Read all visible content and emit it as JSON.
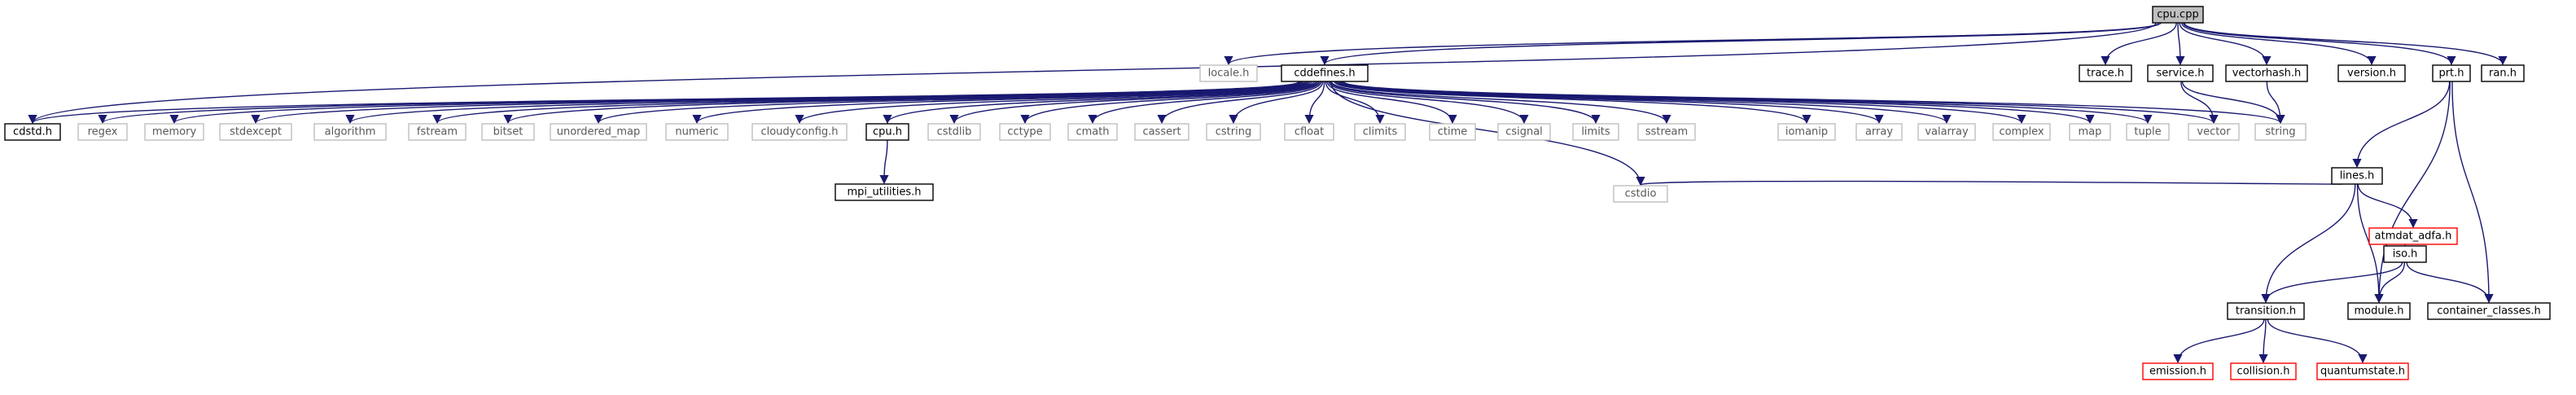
{
  "diagram": {
    "nodes": [
      {
        "id": "cpu_cpp",
        "label": "cpu.cpp",
        "kind": "root"
      },
      {
        "id": "locale_h",
        "label": "locale.h",
        "kind": "system"
      },
      {
        "id": "cddefines_h",
        "label": "cddefines.h",
        "kind": "local"
      },
      {
        "id": "trace_h",
        "label": "trace.h",
        "kind": "local"
      },
      {
        "id": "service_h",
        "label": "service.h",
        "kind": "local"
      },
      {
        "id": "vectorhash_h",
        "label": "vectorhash.h",
        "kind": "local"
      },
      {
        "id": "version_h",
        "label": "version.h",
        "kind": "local"
      },
      {
        "id": "prt_h",
        "label": "prt.h",
        "kind": "local"
      },
      {
        "id": "ran_h",
        "label": "ran.h",
        "kind": "local"
      },
      {
        "id": "cdstd_h",
        "label": "cdstd.h",
        "kind": "local"
      },
      {
        "id": "regex",
        "label": "regex",
        "kind": "system"
      },
      {
        "id": "memory",
        "label": "memory",
        "kind": "system"
      },
      {
        "id": "stdexcept",
        "label": "stdexcept",
        "kind": "system"
      },
      {
        "id": "algorithm",
        "label": "algorithm",
        "kind": "system"
      },
      {
        "id": "fstream",
        "label": "fstream",
        "kind": "system"
      },
      {
        "id": "bitset",
        "label": "bitset",
        "kind": "system"
      },
      {
        "id": "unordered_map",
        "label": "unordered_map",
        "kind": "system"
      },
      {
        "id": "numeric",
        "label": "numeric",
        "kind": "system"
      },
      {
        "id": "cloudyconfig_h",
        "label": "cloudyconfig.h",
        "kind": "system"
      },
      {
        "id": "cpu_h",
        "label": "cpu.h",
        "kind": "local"
      },
      {
        "id": "cstdlib",
        "label": "cstdlib",
        "kind": "system"
      },
      {
        "id": "cctype",
        "label": "cctype",
        "kind": "system"
      },
      {
        "id": "cmath",
        "label": "cmath",
        "kind": "system"
      },
      {
        "id": "cassert",
        "label": "cassert",
        "kind": "system"
      },
      {
        "id": "cstring",
        "label": "cstring",
        "kind": "system"
      },
      {
        "id": "cfloat",
        "label": "cfloat",
        "kind": "system"
      },
      {
        "id": "climits",
        "label": "climits",
        "kind": "system"
      },
      {
        "id": "ctime",
        "label": "ctime",
        "kind": "system"
      },
      {
        "id": "csignal",
        "label": "csignal",
        "kind": "system"
      },
      {
        "id": "limits",
        "label": "limits",
        "kind": "system"
      },
      {
        "id": "sstream",
        "label": "sstream",
        "kind": "system"
      },
      {
        "id": "iomanip",
        "label": "iomanip",
        "kind": "system"
      },
      {
        "id": "array",
        "label": "array",
        "kind": "system"
      },
      {
        "id": "valarray",
        "label": "valarray",
        "kind": "system"
      },
      {
        "id": "complex",
        "label": "complex",
        "kind": "system"
      },
      {
        "id": "map",
        "label": "map",
        "kind": "system"
      },
      {
        "id": "tuple",
        "label": "tuple",
        "kind": "system"
      },
      {
        "id": "vector",
        "label": "vector",
        "kind": "system"
      },
      {
        "id": "string",
        "label": "string",
        "kind": "system"
      },
      {
        "id": "lines_h",
        "label": "lines.h",
        "kind": "local"
      },
      {
        "id": "mpi_utilities_h",
        "label": "mpi_utilities.h",
        "kind": "local"
      },
      {
        "id": "cstdio",
        "label": "cstdio",
        "kind": "system"
      },
      {
        "id": "atmdat_adfa_h",
        "label": "atmdat_adfa.h",
        "kind": "missing"
      },
      {
        "id": "iso_h",
        "label": "iso.h",
        "kind": "local"
      },
      {
        "id": "transition_h",
        "label": "transition.h",
        "kind": "local"
      },
      {
        "id": "module_h",
        "label": "module.h",
        "kind": "local"
      },
      {
        "id": "container_classes_h",
        "label": "container_classes.h",
        "kind": "local"
      },
      {
        "id": "emission_h",
        "label": "emission.h",
        "kind": "missing"
      },
      {
        "id": "collision_h",
        "label": "collision.h",
        "kind": "missing"
      },
      {
        "id": "quantumstate_h",
        "label": "quantumstate.h",
        "kind": "missing"
      }
    ],
    "edges": [
      [
        "cpu_cpp",
        "locale_h"
      ],
      [
        "cpu_cpp",
        "cddefines_h"
      ],
      [
        "cpu_cpp",
        "trace_h"
      ],
      [
        "cpu_cpp",
        "service_h"
      ],
      [
        "cpu_cpp",
        "vectorhash_h"
      ],
      [
        "cpu_cpp",
        "version_h"
      ],
      [
        "cpu_cpp",
        "prt_h"
      ],
      [
        "cpu_cpp",
        "ran_h"
      ],
      [
        "cpu_cpp",
        "cdstd_h"
      ],
      [
        "cddefines_h",
        "cdstd_h"
      ],
      [
        "cddefines_h",
        "regex"
      ],
      [
        "cddefines_h",
        "memory"
      ],
      [
        "cddefines_h",
        "stdexcept"
      ],
      [
        "cddefines_h",
        "algorithm"
      ],
      [
        "cddefines_h",
        "fstream"
      ],
      [
        "cddefines_h",
        "bitset"
      ],
      [
        "cddefines_h",
        "unordered_map"
      ],
      [
        "cddefines_h",
        "numeric"
      ],
      [
        "cddefines_h",
        "cloudyconfig_h"
      ],
      [
        "cddefines_h",
        "cpu_h"
      ],
      [
        "cddefines_h",
        "cstdlib"
      ],
      [
        "cddefines_h",
        "cctype"
      ],
      [
        "cddefines_h",
        "cmath"
      ],
      [
        "cddefines_h",
        "cassert"
      ],
      [
        "cddefines_h",
        "cstring"
      ],
      [
        "cddefines_h",
        "cfloat"
      ],
      [
        "cddefines_h",
        "climits"
      ],
      [
        "cddefines_h",
        "ctime"
      ],
      [
        "cddefines_h",
        "csignal"
      ],
      [
        "cddefines_h",
        "limits"
      ],
      [
        "cddefines_h",
        "sstream"
      ],
      [
        "cddefines_h",
        "iomanip"
      ],
      [
        "cddefines_h",
        "array"
      ],
      [
        "cddefines_h",
        "valarray"
      ],
      [
        "cddefines_h",
        "complex"
      ],
      [
        "cddefines_h",
        "map"
      ],
      [
        "cddefines_h",
        "tuple"
      ],
      [
        "cddefines_h",
        "vector"
      ],
      [
        "cddefines_h",
        "string"
      ],
      [
        "cddefines_h",
        "cstdio"
      ],
      [
        "cpu_h",
        "mpi_utilities_h"
      ],
      [
        "service_h",
        "vector"
      ],
      [
        "service_h",
        "string"
      ],
      [
        "vectorhash_h",
        "string"
      ],
      [
        "prt_h",
        "lines_h"
      ],
      [
        "prt_h",
        "module_h"
      ],
      [
        "prt_h",
        "container_classes_h"
      ],
      [
        "lines_h",
        "cstdio"
      ],
      [
        "lines_h",
        "atmdat_adfa_h"
      ],
      [
        "lines_h",
        "transition_h"
      ],
      [
        "lines_h",
        "module_h"
      ],
      [
        "atmdat_adfa_h",
        "iso_h"
      ],
      [
        "iso_h",
        "transition_h"
      ],
      [
        "iso_h",
        "module_h"
      ],
      [
        "iso_h",
        "container_classes_h"
      ],
      [
        "transition_h",
        "emission_h"
      ],
      [
        "transition_h",
        "collision_h"
      ],
      [
        "transition_h",
        "quantumstate_h"
      ]
    ]
  },
  "colors": {
    "edge": "#191970",
    "root_fill": "#bfbfbf",
    "node_border": "#000000",
    "system_border": "#bfbfbf",
    "missing_border": "#ff0000",
    "system_text": "#595959"
  }
}
